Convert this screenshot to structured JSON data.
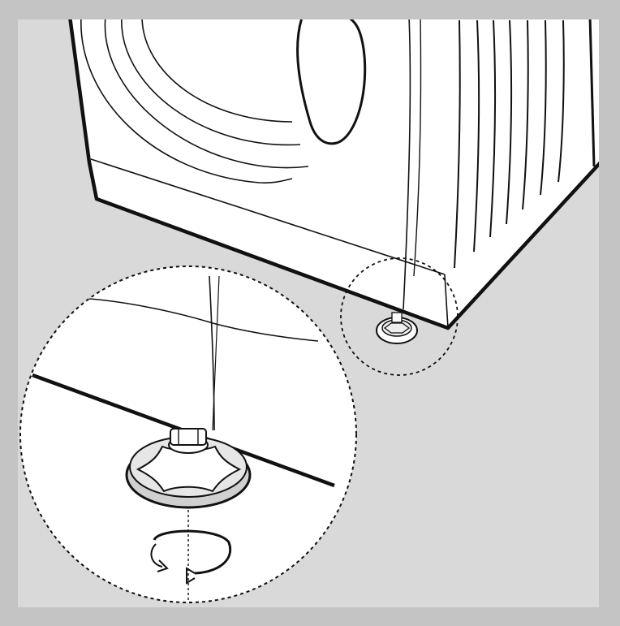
{
  "diagram": {
    "subject": "washing-machine-adjustable-foot",
    "callout": "magnified-foot-detail",
    "action": "rotate-foot-to-level",
    "colors": {
      "frame": "#c4c4c4",
      "background": "#d9d9d9",
      "machine": "#ffffff",
      "ink": "#111111",
      "lens": "#ffffff"
    }
  }
}
